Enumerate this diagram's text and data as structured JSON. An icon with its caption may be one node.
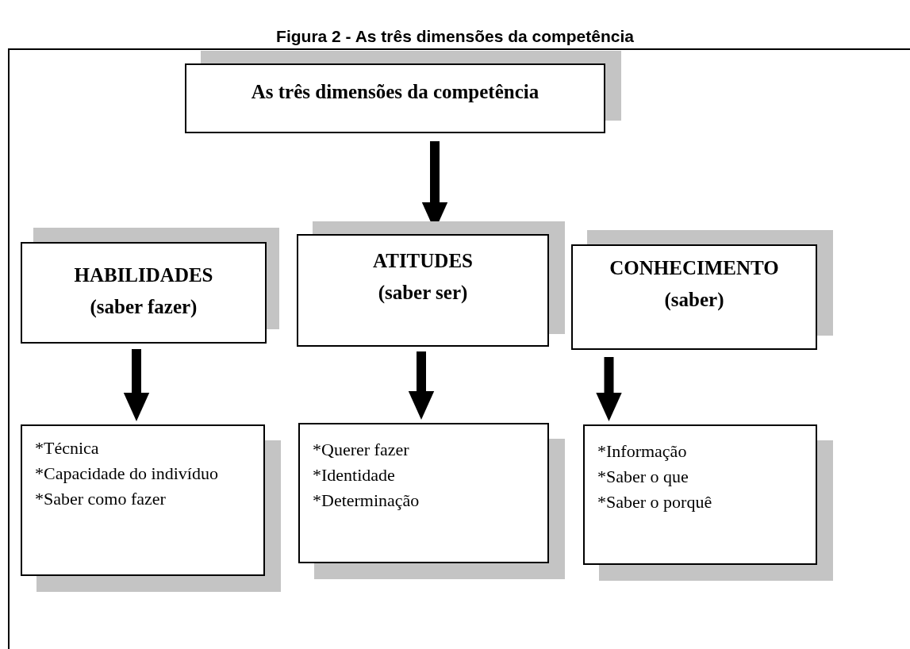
{
  "diagram": {
    "title": "Figura 2 - As três dimensões da competência",
    "nodes": [
      {
        "text": [
          "As três dimensões da competência"
        ]
      },
      {
        "text": [
          "HABILIDADES",
          "(saber fazer)"
        ]
      },
      {
        "text": [
          "ATITUDES",
          "(saber ser)"
        ]
      },
      {
        "text": [
          "CONHECIMENTO",
          "(saber)"
        ]
      },
      {
        "text": [
          "*Técnica",
          "*Capacidade do indivíduo",
          "*Saber como fazer"
        ]
      },
      {
        "text": [
          "*Querer fazer",
          "*Identidade",
          "*Determinação"
        ]
      },
      {
        "text": [
          "*Informação",
          "*Saber o que",
          "*Saber o porquê"
        ]
      }
    ],
    "edges": [
      {
        "from": 0,
        "to": 2,
        "arrow": "to"
      },
      {
        "from": 1,
        "to": 4,
        "arrow": "to"
      },
      {
        "from": 2,
        "to": 5,
        "arrow": "to"
      },
      {
        "from": 3,
        "to": 6,
        "arrow": "to"
      }
    ]
  }
}
